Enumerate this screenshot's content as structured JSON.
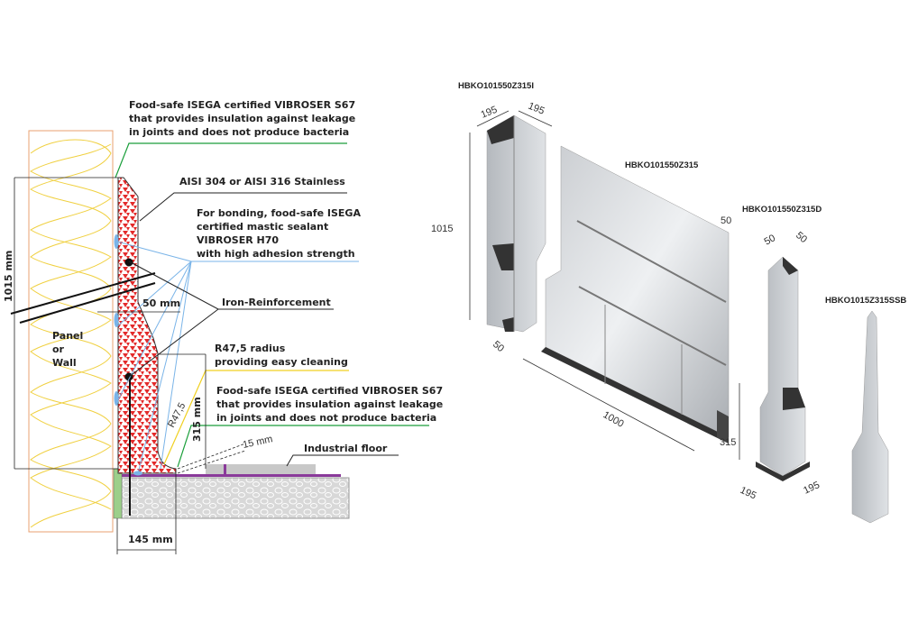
{
  "section": {
    "annotations": {
      "sealant_top": [
        "Food-safe ISEGA certified VIBROSER S67",
        "that provides insulation against leakage",
        "in joints and does not produce bacteria"
      ],
      "material": "AISI 304 or AISI 316 Stainless",
      "bonding": [
        "For bonding, food-safe ISEGA",
        "certified mastic sealant",
        "VIBROSER H70",
        "with high adhesion strength"
      ],
      "reinforcement": "Iron-Reinforcement",
      "radius": [
        "R47,5 radius",
        "providing easy cleaning"
      ],
      "sealant_bottom": [
        "Food-safe ISEGA certified VIBROSER S67",
        "that provides insulation against leakage",
        "in joints and does not produce bacteria"
      ],
      "floor": "Industrial floor",
      "wall": [
        "Panel",
        "or",
        "Wall"
      ]
    },
    "dimensions": {
      "height": "1015 mm",
      "offset": "50 mm",
      "curve_height": "315 mm",
      "radius": "R47,5",
      "gap": "15 mm",
      "depth": "145 mm"
    },
    "colors": {
      "sealant": "#1a9e3a",
      "bonding": "#7ab4e8",
      "radius": "#f0d020",
      "profile": "#e32a2a",
      "floor_membrane": "#8a3a9a",
      "wall": "#e8a070"
    }
  },
  "products": [
    {
      "code": "HBKO101550Z315I",
      "dims": [
        "195",
        "195",
        "1015",
        "50"
      ]
    },
    {
      "code": "HBKO101550Z315",
      "dims": [
        "50",
        "1000",
        "315"
      ]
    },
    {
      "code": "HBKO101550Z315D",
      "dims": [
        "50",
        "50",
        "195",
        "195"
      ]
    },
    {
      "code": "HBKO1015Z315SSB",
      "dims": []
    }
  ]
}
